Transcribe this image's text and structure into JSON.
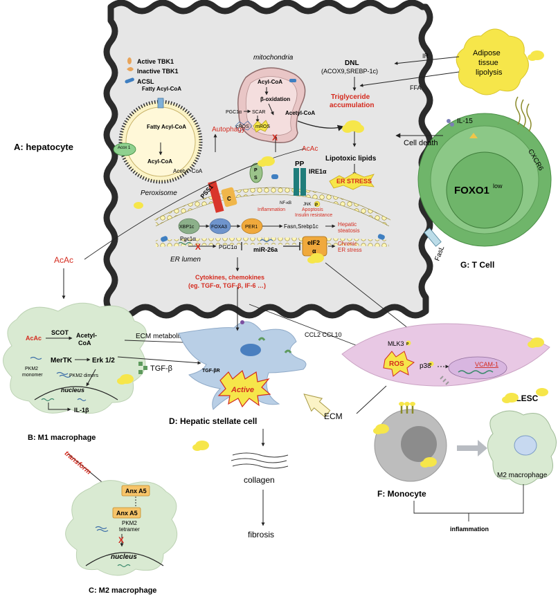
{
  "labels": {
    "active_tbk1": "Active TBK1",
    "inactive_tbk1": "Inactive TBK1",
    "acsl": "ACSL",
    "mitochondria": "mitochondria",
    "acyl_coa_mito": "Acyl-CoA",
    "beta_oxidation": "β-oxidation",
    "acetyl_coa_mito": "Acetyl-CoA",
    "pgc1a_top": "PGC1α",
    "scar": "SCAR",
    "cros": "cROS",
    "mros": "mROS",
    "autophagy": "Autophagy",
    "fatty_acyl_coa_outer": "Fatty Acyl-CoA",
    "fatty_acyl_coa_inner": "Fatty Acyl-CoA",
    "acyl_coa_perox": "Acyl-CoA",
    "acox1": "Acox 1",
    "acetyl_coa_perox": "Acetyl -CoA",
    "peroxisome": "Peroxisome",
    "dnl": "DNL",
    "dnl_detail": "(ACOX9,SREBP-1c)",
    "triglyceride": "Triglyceride accumulation",
    "acac_mito": "AcAc",
    "lipotoxic": "Lipotoxic lipids",
    "er_stress": "ER STRESS",
    "pp": "PP",
    "ire1a": "IRE1α",
    "p_mark": "P",
    "s_mark": "S",
    "pss1": "PSS1",
    "c_mark": "C",
    "nfkb": "NF-κB",
    "jnk": "JNK",
    "inflammation_er": "Inflammation",
    "apoptosis": "Apoptosis",
    "insulin_res": "Insulin resistance",
    "xbp1c": "XBP1c",
    "foxa3": "FOXA3",
    "per1": "PER1",
    "fasn": "Fasn,Srebp1c",
    "hepatic_steatosis": "Hepatic steatosis",
    "pgc1a_left": "Pgc1α",
    "pgc1a_mid": "PGC1α",
    "mir26a": "miR-26a",
    "eif2a_1": "eIF2",
    "eif2a_2": "α",
    "chronic_er": "Chronic ER stress",
    "er_lumen": "ER lumen",
    "cytokines_1": "Cytokines, chemokines",
    "cytokines_2": "(eg. TGF-α, TGF-β, IF-6 …)",
    "hepatocyte": "A: hepatocyte",
    "acac_left": "AcAc",
    "adipose": "Adipose tissue lipolysis",
    "ir": "IR",
    "ffa": "FFA",
    "cell_death": "Cell death",
    "il15": "IL-15",
    "cxcr6": "CXCR6",
    "foxo1": "FOXO1",
    "foxo1_low": "low",
    "fasl": "FasL",
    "t_cell": "G:  T Cell",
    "m1_acac": "AcAc",
    "scot": "SCOT",
    "m1_acetyl": "Acetyl-CoA",
    "mertk": "MerTK",
    "erk": "Erk 1/2",
    "pkm2_mono": "PKM2 monomer",
    "pkm2_dimers": "PKM2 dimers",
    "nucleus_m1": "nucleus",
    "il1b": "IL-1β",
    "m1_title": "B:  M1 macrophage",
    "transform": "transform",
    "anx_a5_top": "Anx A5",
    "anx_a5_bottom": "Anx A5",
    "pkm2_tetramer": "PKM2 tetramer",
    "nucleus_m2": "nucleus",
    "m2_title": "C:  M2 macrophage",
    "ecm_metabolism": "ECM metabolism",
    "tgf_beta": "TGF-β",
    "tgf_br": "TGF-βR",
    "active": "Active",
    "hsc_title": "D:  Hepatic stellate cell",
    "collagen": "collagen",
    "fibrosis": "fibrosis",
    "ccl": "CCL2 CCL10",
    "mlk3": "MLK3",
    "p38": "p38",
    "ros": "ROS",
    "vcam": "VCAM-1",
    "lesc_title": "E:  LESC",
    "ecm": "ECM",
    "monocyte_title": "F:  Monocyte",
    "m2_macrophage": "M2 macrophage",
    "inflammation_bottom": "inflammation"
  },
  "colors": {
    "cell_fill": "#e6e6e6",
    "membrane": "#333333",
    "mito_fill": "#e9c6c6",
    "perox_fill": "#fbf3c6",
    "accent_red": "#d42a1e",
    "macro_fill": "#d9ead2",
    "hsc_fill": "#b9cfe6",
    "lesc_fill": "#e8c8e4",
    "tcell_fill": "#6fb56a",
    "monocyte_fill": "#bdbdbd",
    "lipid_yellow": "#f6e64a"
  }
}
